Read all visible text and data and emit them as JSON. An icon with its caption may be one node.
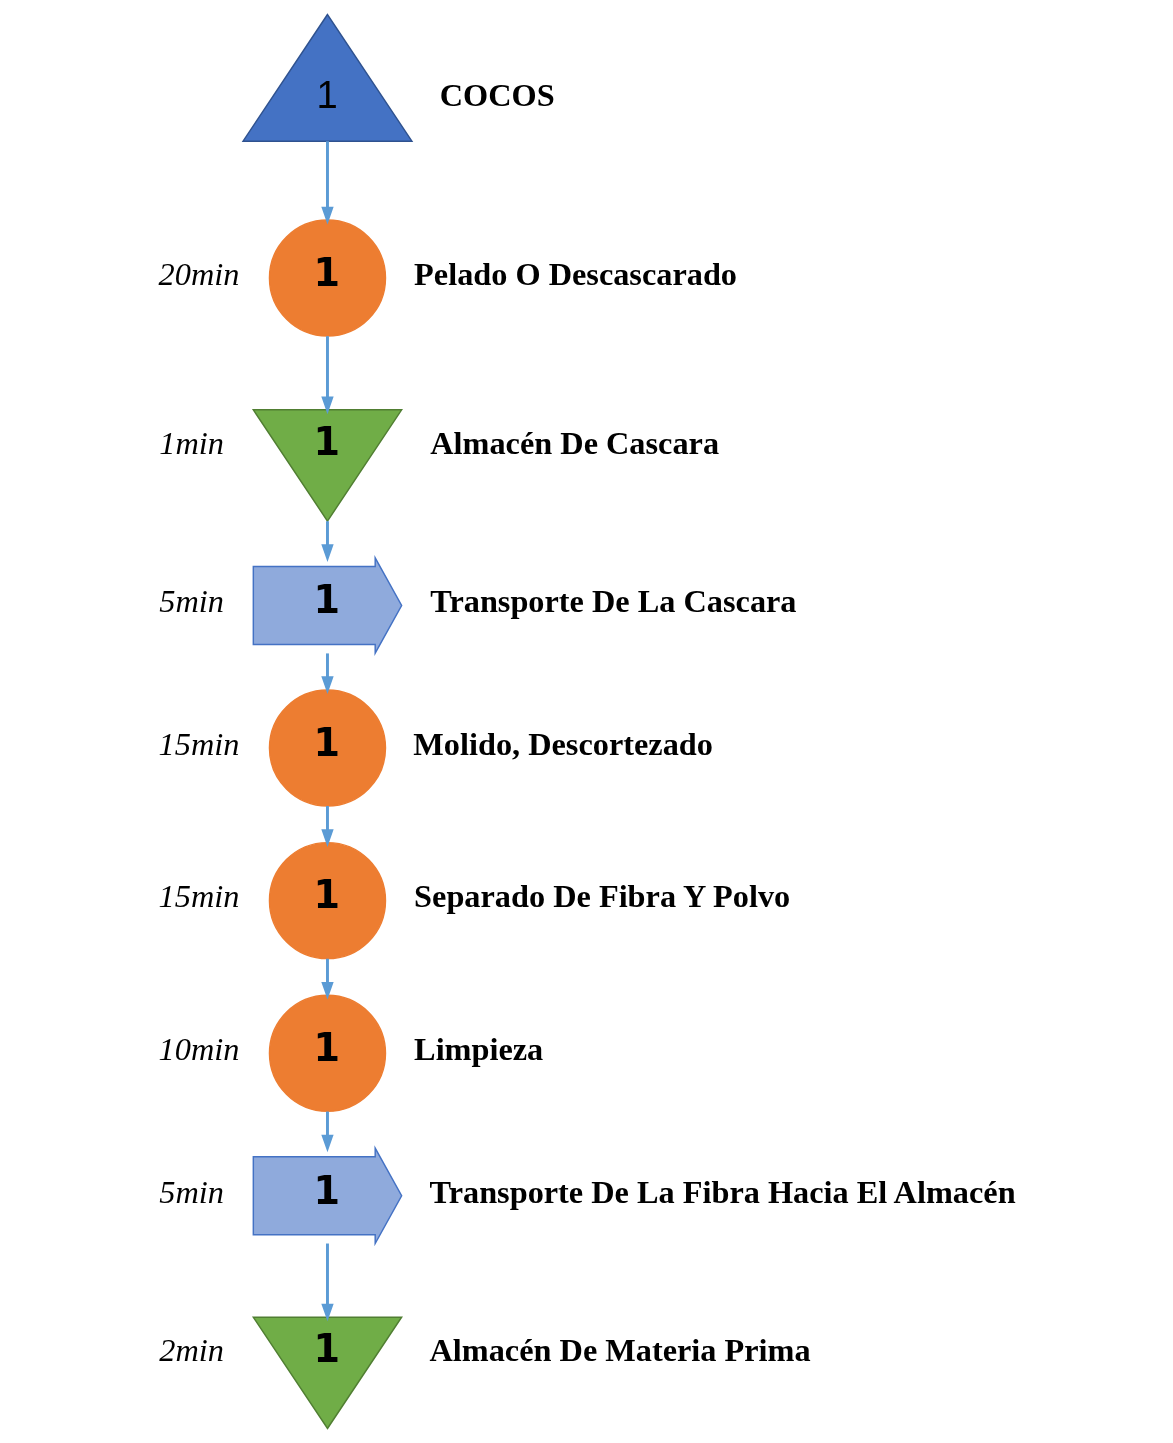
{
  "diagram": {
    "nodes": [
      {
        "text": [
          "1"
        ],
        "beside": [
          "COCOS"
        ]
      },
      {
        "text": [
          "1"
        ],
        "beside": [
          "20min",
          "Pelado O Descascarado"
        ]
      },
      {
        "text": [
          "1"
        ],
        "beside": [
          "1min",
          "Almacén De Cascara"
        ]
      },
      {
        "text": [
          "1"
        ],
        "beside": [
          "5min",
          "Transporte De La Cascara"
        ]
      },
      {
        "text": [
          "1"
        ],
        "beside": [
          "15min",
          "Molido, Descortezado"
        ]
      },
      {
        "text": [
          "1"
        ],
        "beside": [
          "15min",
          "Separado De Fibra Y Polvo"
        ]
      },
      {
        "text": [
          "1"
        ],
        "beside": [
          "10min",
          "Limpieza"
        ]
      },
      {
        "text": [
          "1"
        ],
        "beside": [
          "5min",
          "Transporte De La Fibra Hacia El Almacén"
        ]
      },
      {
        "text": [
          "1"
        ],
        "beside": [
          "2min",
          "Almacén De Materia Prima"
        ]
      }
    ],
    "edges": [
      {
        "from": 0,
        "to": 1,
        "arrow": "to"
      },
      {
        "from": 1,
        "to": 2,
        "arrow": "to"
      },
      {
        "from": 2,
        "to": 3,
        "arrow": "to"
      },
      {
        "from": 3,
        "to": 4,
        "arrow": "to"
      },
      {
        "from": 4,
        "to": 5,
        "arrow": "to"
      },
      {
        "from": 5,
        "to": 6,
        "arrow": "to"
      },
      {
        "from": 6,
        "to": 7,
        "arrow": "to"
      },
      {
        "from": 7,
        "to": 8,
        "arrow": "to"
      }
    ]
  }
}
